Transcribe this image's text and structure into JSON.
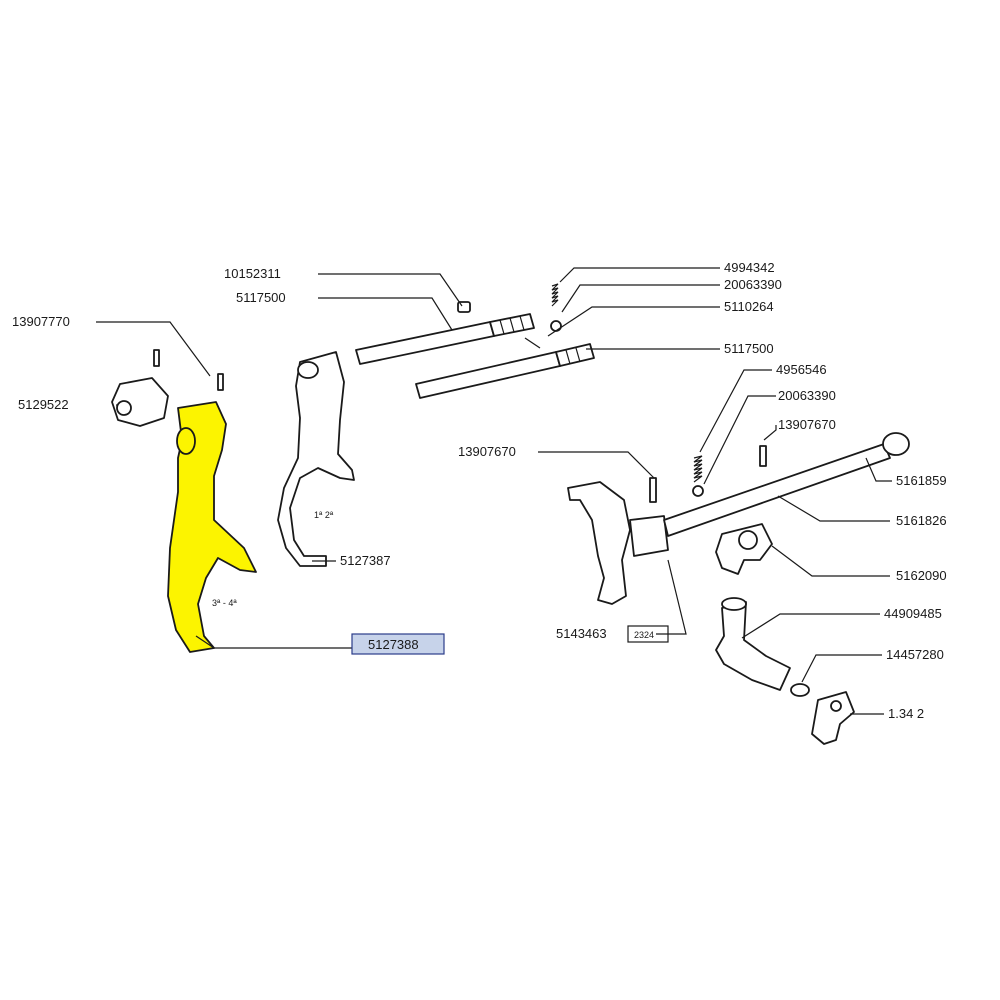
{
  "colors": {
    "highlight_fill": "#fcf400",
    "selected_box_fill": "#c7d3ea",
    "selected_box_border": "#2b3c8a",
    "line": "#1a1a1a"
  },
  "labels": {
    "p10152311": "10152311",
    "p5117500_top": "5117500",
    "p13907770": "13907770",
    "p5129522": "5129522",
    "p4994342": "4994342",
    "p20063390_top": "20063390",
    "p5110264": "5110264",
    "p5117500_mid": "5117500",
    "p4956546": "4956546",
    "p20063390_mid": "20063390",
    "p13907670_right": "13907670",
    "p13907670_left": "13907670",
    "p5161859": "5161859",
    "p5161826": "5161826",
    "p5162090": "5162090",
    "p5127387": "5127387",
    "p5127388": "5127388",
    "p5143463": "5143463",
    "p2324": "2324",
    "p44909485": "44909485",
    "p14457280": "14457280",
    "p1342": "1.34 2"
  },
  "fork_marks": {
    "gear_12": "1ª 2ª",
    "gear_34": "3ª - 4ª"
  }
}
